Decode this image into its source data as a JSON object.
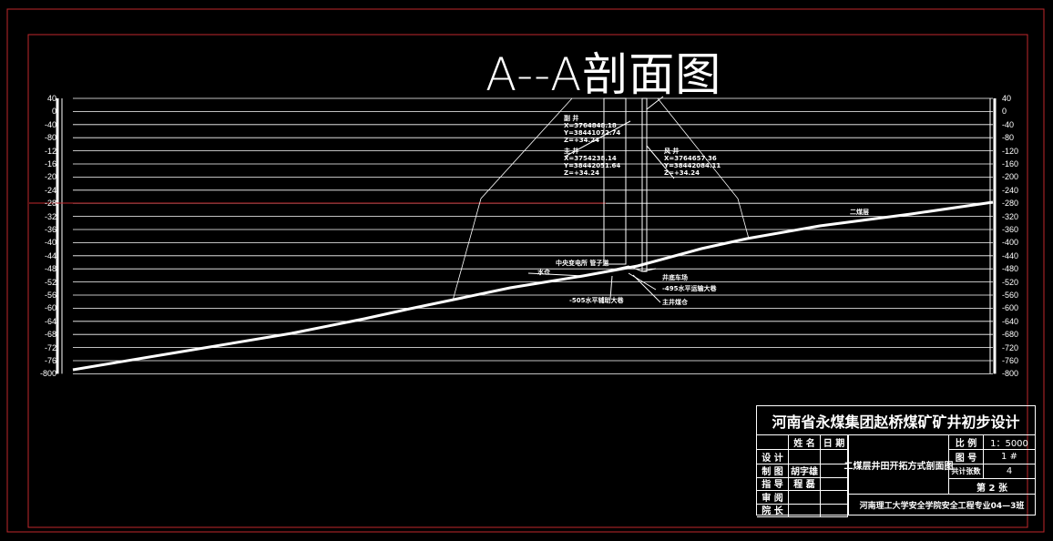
{
  "title": "A--A剖面图",
  "left_axis_labels": [
    "40",
    "0",
    "-40",
    "-80",
    "-12",
    "-16",
    "-20",
    "-24",
    "-28",
    "-32",
    "-36",
    "-40",
    "-44",
    "-48",
    "-52",
    "-56",
    "-60",
    "-64",
    "-68",
    "-72",
    "-76",
    "-800"
  ],
  "right_axis_labels": [
    "40",
    "0",
    "-40",
    "-80",
    "-120",
    "-160",
    "-200",
    "-240",
    "-280",
    "-320",
    "-360",
    "-400",
    "-440",
    "-480",
    "-520",
    "-560",
    "-600",
    "-640",
    "-680",
    "-720",
    "-760",
    "-800"
  ],
  "shafts": {
    "aux": {
      "name": "副 井",
      "x": "X=3764848.18",
      "y": "Y=38441072.74",
      "z": "Z=+34.24"
    },
    "main": {
      "name": "主 井",
      "x": "X=3754238.14",
      "y": "Y=38442051.64",
      "z": "Z=+34.24"
    },
    "air": {
      "name": "风 井",
      "x": "X=3764657.36",
      "y": "Y=38442084.11",
      "z": "Z=+34.24"
    }
  },
  "annotations": {
    "substation": "中央变电所 管子道",
    "sump": "水仓",
    "level505": "-505水平辅助大巷",
    "yard": "井底车场",
    "level495": "-495水平运输大巷",
    "bunker": "主井煤仓",
    "seam": "二煤层"
  },
  "title_block": {
    "project": "河南省永煤集团赵桥煤矿矿井初步设计",
    "col_name": "姓 名",
    "col_date": "日 期",
    "rows": [
      {
        "role": "设 计",
        "name": ""
      },
      {
        "role": "制 图",
        "name": "胡字雄"
      },
      {
        "role": "指 导",
        "name": "程 磊"
      },
      {
        "role": "审 阅",
        "name": ""
      },
      {
        "role": "院 长",
        "name": ""
      }
    ],
    "drawing_title": "二煤层井田开拓方式剖面图",
    "scale_label": "比 例",
    "scale": "1：5000",
    "no_label": "图 号",
    "no": "1 #",
    "sheets_label": "共计张数",
    "sheets": "4",
    "sheet_no": "第 2 张",
    "school": "河南理工大学安全学院安全工程专业04—3班"
  },
  "colors": {
    "frame": "#c0282c",
    "lines": "#ffffff",
    "background": "#000000"
  }
}
